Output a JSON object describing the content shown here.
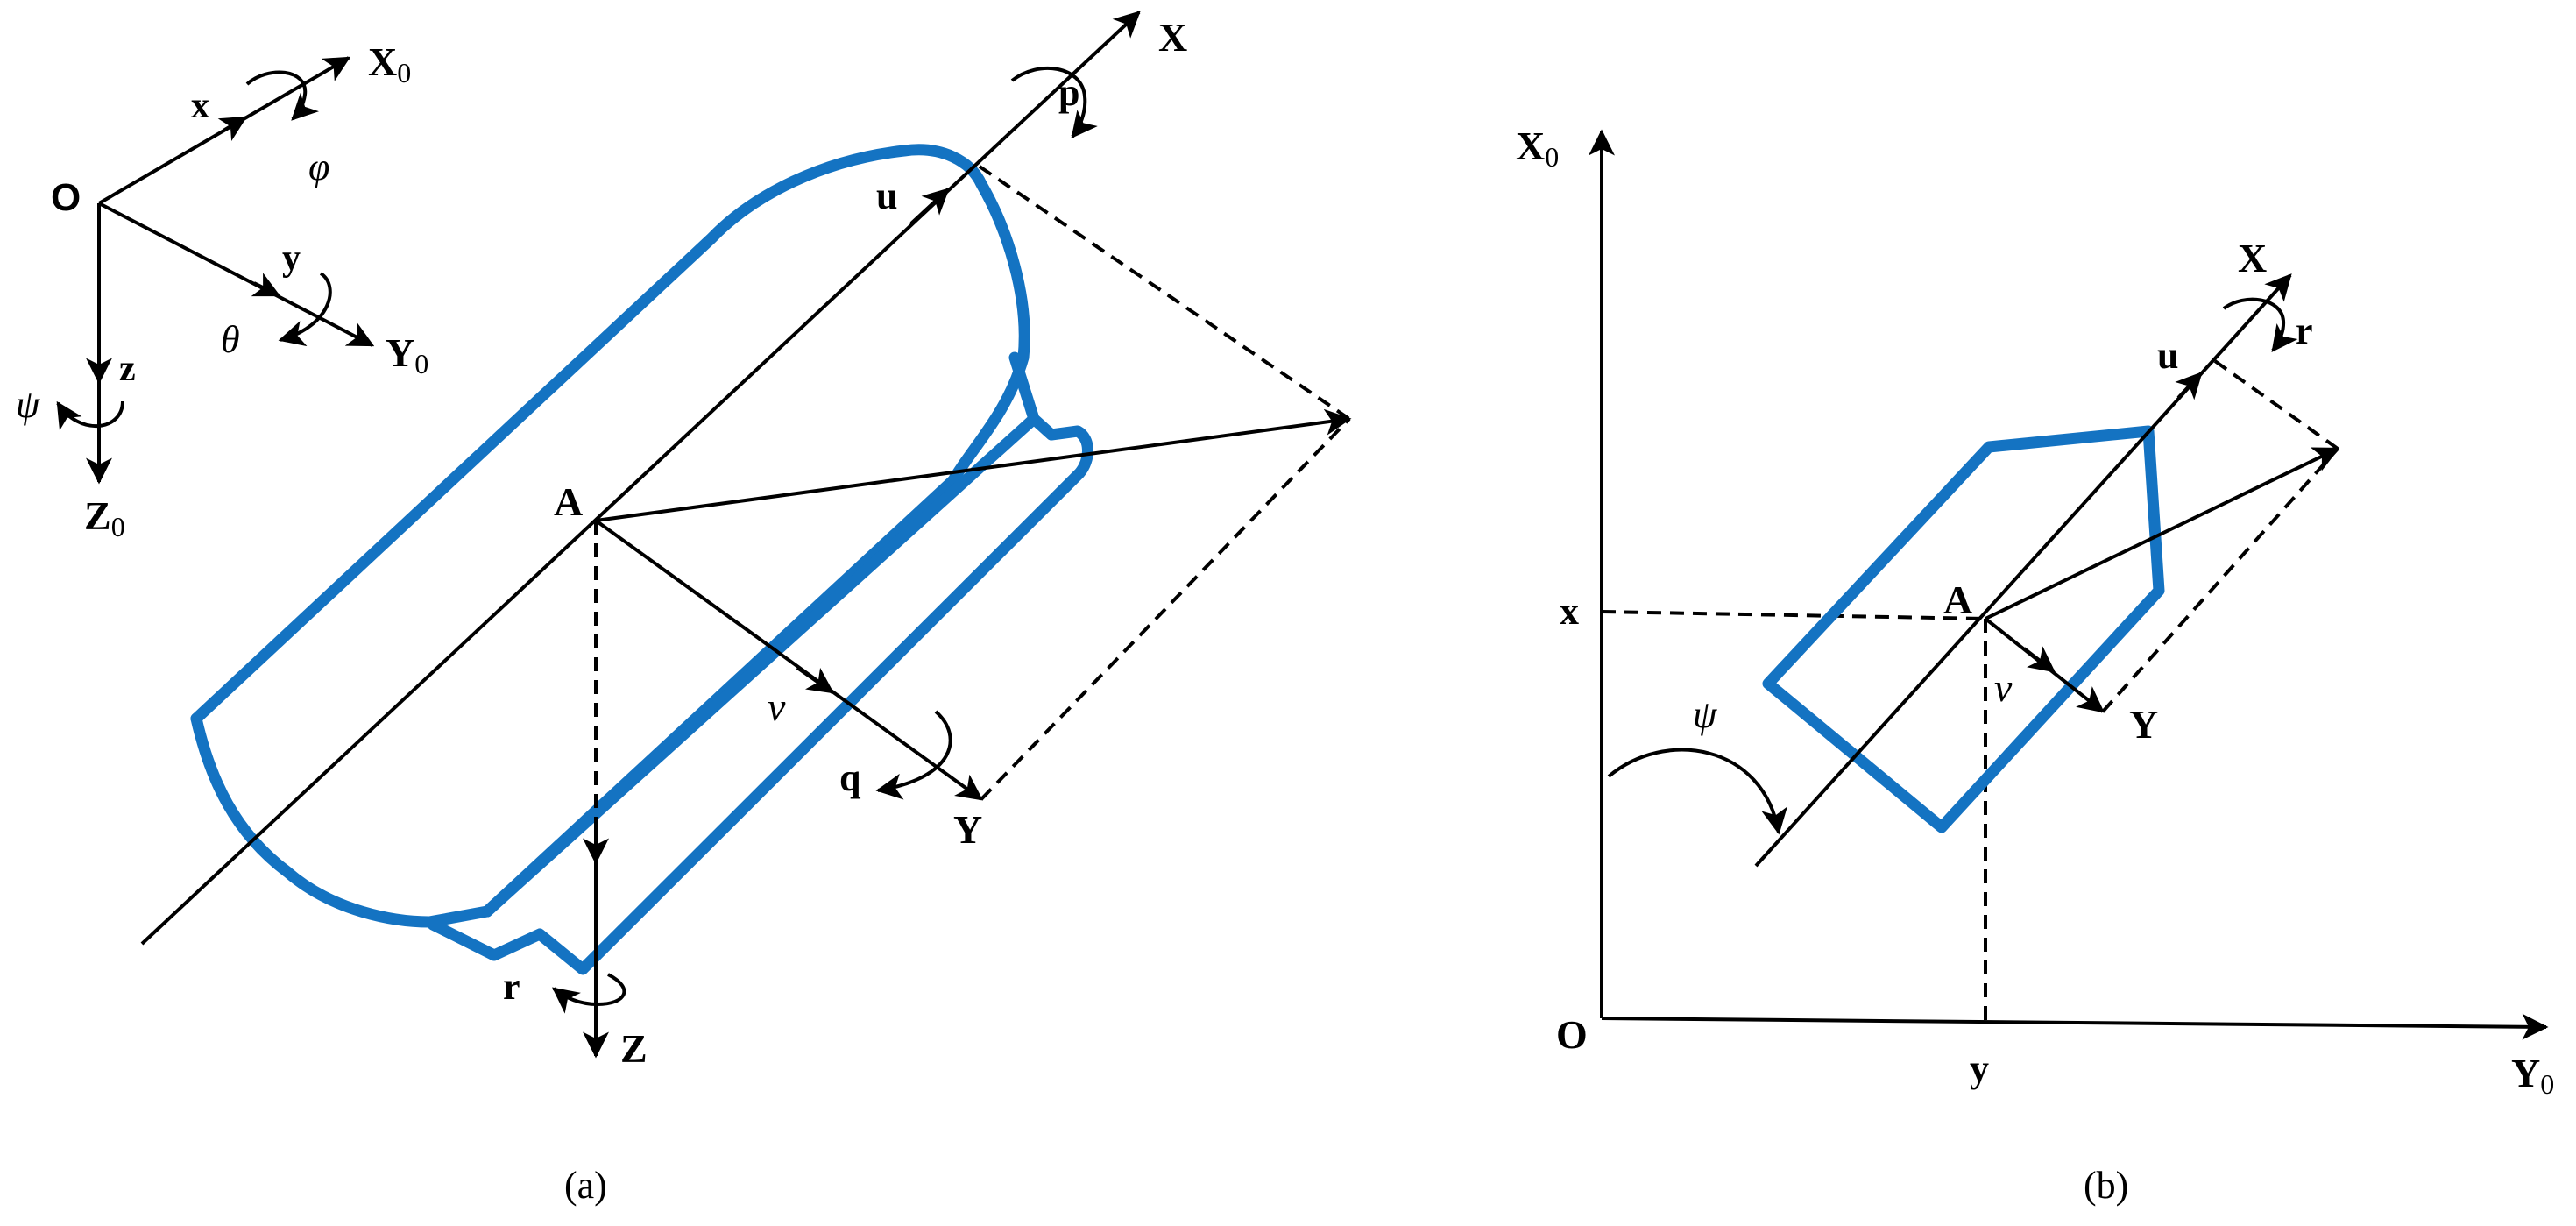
{
  "panel_a": {
    "caption": "(a)",
    "origin_label": "O",
    "inertial_axes": {
      "x_axis": "X",
      "x_sub": "0",
      "y_axis": "Y",
      "y_sub": "0",
      "z_axis": "Z",
      "z_sub": "0"
    },
    "translations": {
      "x": "x",
      "y": "y",
      "z": "z"
    },
    "rotations": {
      "roll": "φ",
      "pitch": "θ",
      "yaw": "ψ"
    },
    "body_point": "A",
    "body_axes": {
      "x": "X",
      "y": "Y",
      "z": "Z"
    },
    "velocities": {
      "surge": "u",
      "sway": "v"
    },
    "angular_rates": {
      "p": "p",
      "q": "q",
      "r": "r"
    }
  },
  "panel_b": {
    "caption": "(b)",
    "origin_label": "O",
    "x_axis": "X",
    "x_sub": "0",
    "y_axis": "Y",
    "y_sub": "0",
    "x_tick": "x",
    "y_tick": "y",
    "body_point": "A",
    "body_axes": {
      "x": "X",
      "y": "Y"
    },
    "velocities": {
      "surge": "u",
      "sway": "v"
    },
    "yaw_rate": "r",
    "heading_angle": "ψ"
  },
  "colors": {
    "hull": "#1473c2",
    "lines": "#000000"
  }
}
